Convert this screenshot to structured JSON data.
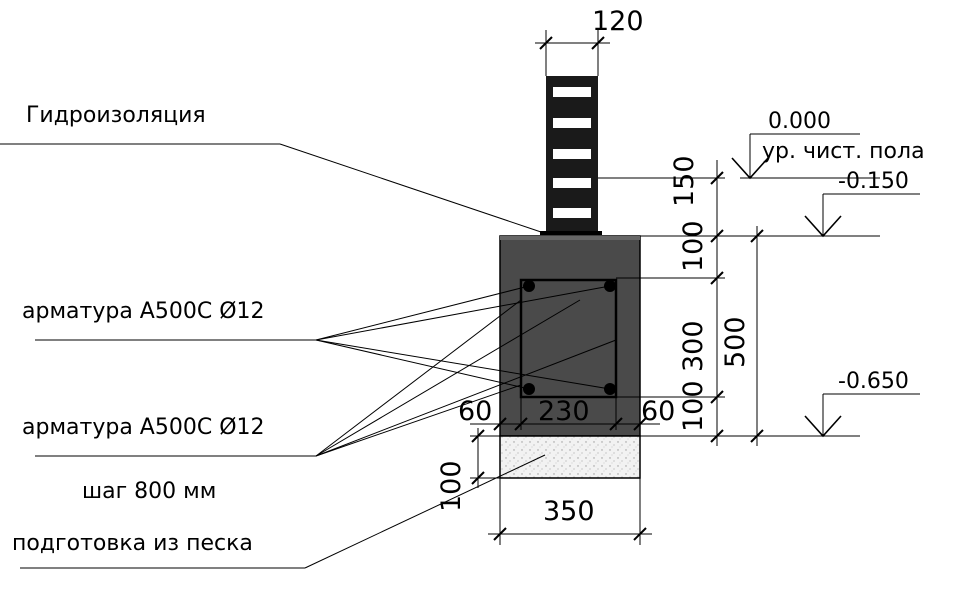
{
  "labels": {
    "waterproofing": "Гидроизоляция",
    "rebar_top": "арматура А500С Ø12",
    "rebar_bottom": "арматура А500С Ø12",
    "step": "шаг 800 мм",
    "sand_bed": "подготовка из песка"
  },
  "elevations": {
    "floor_value": "0.000",
    "floor_label": "ур. чист. пола",
    "top_of_footing": "-0.150",
    "bottom_of_footing": "-0.650"
  },
  "dimensions": {
    "wall_width": "120",
    "wall_above_footing": "150",
    "cover_top": "100",
    "rebar_spacing_vertical": "300",
    "cover_bottom": "100",
    "footing_height": "500",
    "edge_left": "60",
    "rebar_spacing_horizontal": "230",
    "edge_right": "60",
    "sand_thickness": "100",
    "sand_width": "350"
  },
  "colors": {
    "concrete": "#4a4a4a",
    "brick": "#1a1a1a",
    "sand": "#f2f2f2",
    "line": "#000000"
  }
}
